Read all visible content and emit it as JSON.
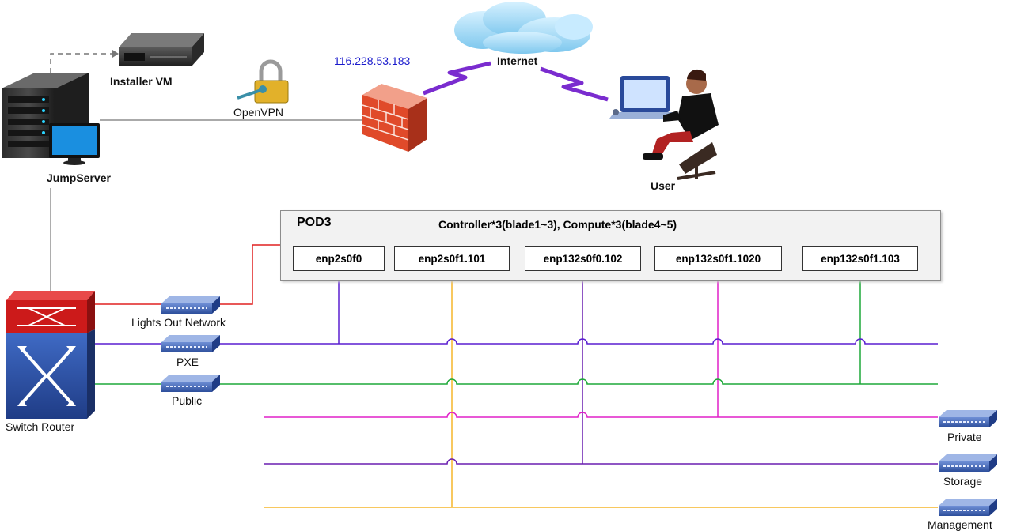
{
  "installer_vm_label": "Installer  VM",
  "jumpserver_label": "JumpServer",
  "openvpn_label": "OpenVPN",
  "public_ip": "116.228.53.183",
  "internet_label": "Internet",
  "user_label": "User",
  "pod": {
    "title": "POD3",
    "description": "Controller*3(blade1~3), Compute*3(blade4~5)",
    "interfaces": [
      "enp2s0f0",
      "enp2s0f1.101",
      "enp132s0f0.102",
      "enp132s0f1.1020",
      "enp132s0f1.103"
    ]
  },
  "switch_router_label": "Switch  Router",
  "networks": {
    "lights_out": "Lights Out Network",
    "pxe": "PXE",
    "public": "Public",
    "private": "Private",
    "storage": "Storage",
    "management": "Management"
  },
  "colors": {
    "lights_out": "#e02020",
    "pxe": "#5a1fd1",
    "public": "#1fa83a",
    "private": "#e020c8",
    "storage": "#6a1fb0",
    "management": "#f5b52a",
    "ip_text": "#1a1acc",
    "firewall": "#e04a2a",
    "switch_blue": "#2a4a9a"
  }
}
